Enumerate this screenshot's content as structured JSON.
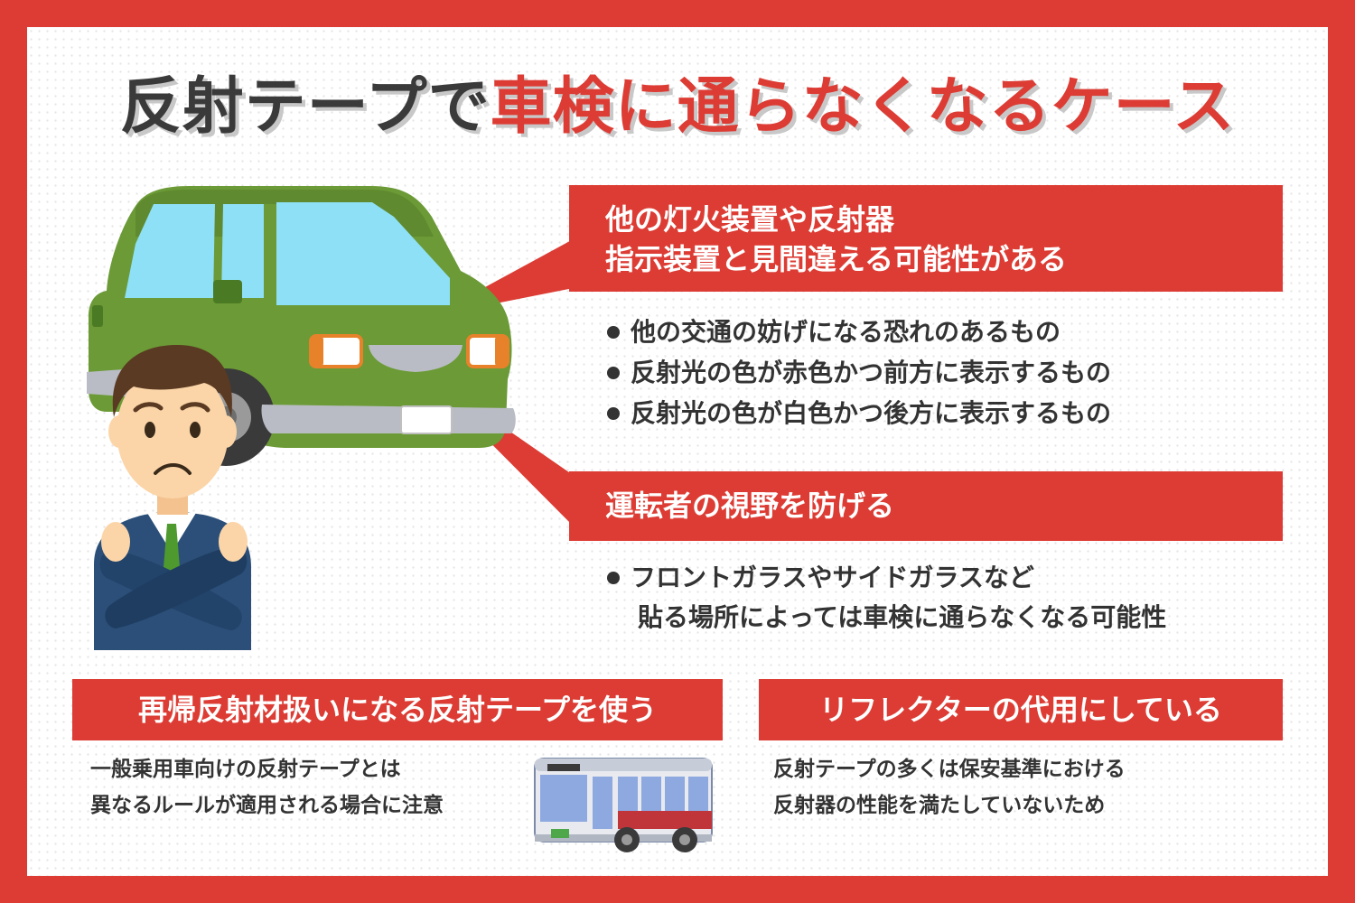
{
  "title": {
    "part1": "反射テープで",
    "part2": "車検に通らなくなるケース"
  },
  "colors": {
    "accent": "#dc3c34",
    "text": "#333333",
    "car_body": "#6b9a36",
    "window": "#8ee0f6",
    "suit": "#2b4f78"
  },
  "section1": {
    "heading_line1": "他の灯火装置や反射器",
    "heading_line2": "指示装置と見間違える可能性がある",
    "bullets": [
      "他の交通の妨げになる恐れのあるもの",
      "反射光の色が赤色かつ前方に表示するもの",
      "反射光の色が白色かつ後方に表示するもの"
    ]
  },
  "section2": {
    "heading": "運転者の視野を防げる",
    "bullet_line1": "フロントガラスやサイドガラスなど",
    "bullet_line2": "貼る場所によっては車検に通らなくなる可能性"
  },
  "section3": {
    "heading": "再帰反射材扱いになる反射テープを使う",
    "desc_line1": "一般乗用車向けの反射テープとは",
    "desc_line2": "異なるルールが適用される場合に注意"
  },
  "section4": {
    "heading": "リフレクターの代用にしている",
    "desc_line1": "反射テープの多くは保安基準における",
    "desc_line2": "反射器の性能を満たしていないため"
  },
  "icons": [
    "car-illustration",
    "worried-man-illustration",
    "bus-illustration"
  ]
}
